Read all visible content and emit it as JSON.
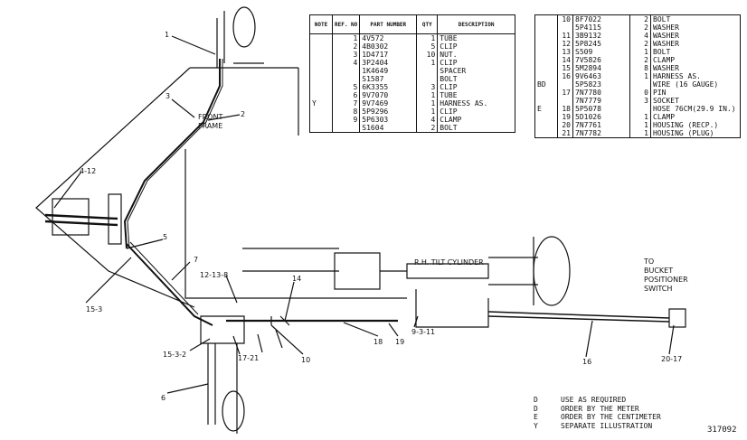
{
  "table_left": {
    "headers": {
      "note": "NOTE",
      "ref": "REF. NO",
      "part": "PART NUMBER",
      "qty": "QTY",
      "desc": "DESCRIPTION"
    },
    "rows": [
      {
        "note": "",
        "ref": "1",
        "part": "4V572",
        "qty": "1",
        "desc": "TUBE"
      },
      {
        "note": "",
        "ref": "2",
        "part": "4B0302",
        "qty": "5",
        "desc": "CLIP"
      },
      {
        "note": "",
        "ref": "3",
        "part": "1D4717",
        "qty": "10",
        "desc": "NUT."
      },
      {
        "note": "",
        "ref": "4",
        "part": "3P2404",
        "qty": "1",
        "desc": "CLIP"
      },
      {
        "note": "",
        "ref": "",
        "part": "1K4649",
        "qty": "",
        "desc": "SPACER"
      },
      {
        "note": "",
        "ref": "",
        "part": "S1587",
        "qty": "",
        "desc": "BOLT"
      },
      {
        "note": "",
        "ref": "5",
        "part": "6K3355",
        "qty": "3",
        "desc": "CLIP"
      },
      {
        "note": "",
        "ref": "6",
        "part": "9V7070",
        "qty": "1",
        "desc": "TUBE"
      },
      {
        "note": "Y",
        "ref": "7",
        "part": "9V7469",
        "qty": "1",
        "desc": "HARNESS AS."
      },
      {
        "note": "",
        "ref": "8",
        "part": "5P9296",
        "qty": "1",
        "desc": "CLIP"
      },
      {
        "note": "",
        "ref": "9",
        "part": "5P6303",
        "qty": "4",
        "desc": "CLAMP"
      },
      {
        "note": "",
        "ref": "",
        "part": "S1604",
        "qty": "2",
        "desc": "BOLT"
      }
    ]
  },
  "table_right": {
    "rows": [
      {
        "note": "",
        "ref": "10",
        "part": "8F7022",
        "qty": "2",
        "desc": "BOLT"
      },
      {
        "note": "",
        "ref": "",
        "part": "5P4115",
        "qty": "2",
        "desc": "WASHER"
      },
      {
        "note": "",
        "ref": "11",
        "part": "3B9132",
        "qty": "4",
        "desc": "WASHER"
      },
      {
        "note": "",
        "ref": "12",
        "part": "5P8245",
        "qty": "2",
        "desc": "WASHER"
      },
      {
        "note": "",
        "ref": "13",
        "part": "S509",
        "qty": "1",
        "desc": "BOLT"
      },
      {
        "note": "",
        "ref": "14",
        "part": "7V5826",
        "qty": "2",
        "desc": "CLAMP"
      },
      {
        "note": "",
        "ref": "15",
        "part": "5M2894",
        "qty": "8",
        "desc": "WASHER"
      },
      {
        "note": "",
        "ref": "16",
        "part": "9V6463",
        "qty": "1",
        "desc": "HARNESS AS."
      },
      {
        "note": "BD",
        "ref": "",
        "part": "5P5823",
        "qty": "",
        "desc": "WIRE (16 GAUGE)"
      },
      {
        "note": "",
        "ref": "17",
        "part": "7N7780",
        "qty": "0",
        "desc": "PIN"
      },
      {
        "note": "",
        "ref": "",
        "part": "7N7779",
        "qty": "3",
        "desc": "SOCKET"
      },
      {
        "note": "E",
        "ref": "18",
        "part": "5P5078",
        "qty": "",
        "desc": "HOSE 76CM(29.9 IN.)"
      },
      {
        "note": "",
        "ref": "19",
        "part": "5D1026",
        "qty": "1",
        "desc": "CLAMP"
      },
      {
        "note": "",
        "ref": "20",
        "part": "7N7761",
        "qty": "1",
        "desc": "HOUSING (RECP.)"
      },
      {
        "note": "",
        "ref": "21",
        "part": "7N7782",
        "qty": "1",
        "desc": "HOUSING (PLUG)"
      }
    ]
  },
  "labels": {
    "front_frame": "FRONT\nFRAME",
    "rh_tilt": "R.H. TILT CYLINDER",
    "to_switch": "TO\nBUCKET\nPOSITIONER\nSWITCH"
  },
  "callouts": [
    "1",
    "3",
    "2",
    "4-12",
    "5",
    "15-3",
    "7",
    "12-13-8",
    "14",
    "10",
    "18",
    "19",
    "9-3-11",
    "16",
    "20-17",
    "15-3-2",
    "17-21",
    "6"
  ],
  "legend": [
    {
      "code": "D",
      "text": "USE AS REQUIRED"
    },
    {
      "code": "D",
      "text": "ORDER BY THE METER"
    },
    {
      "code": "E",
      "text": "ORDER BY THE CENTIMETER"
    },
    {
      "code": "Y",
      "text": "SEPARATE ILLUSTRATION"
    }
  ],
  "illustration_no": "317092"
}
